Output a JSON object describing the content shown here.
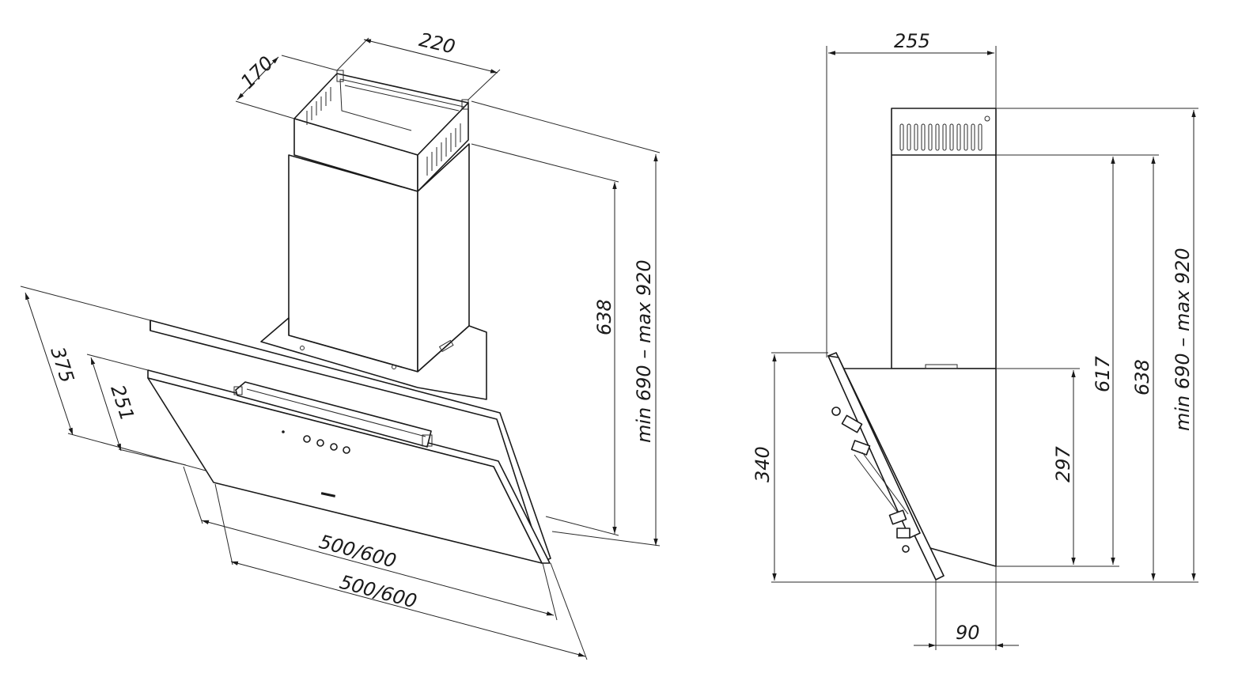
{
  "iso_view": {
    "dim_width_top": "220",
    "dim_depth_top": "170",
    "dim_chimney_height": "638",
    "dim_total_height": "min 690 – max 920",
    "dim_glass_depth_outer": "375",
    "dim_glass_depth_inner": "251",
    "dim_width_front": "500/600",
    "dim_width_bottom": "500/600"
  },
  "side_view": {
    "dim_depth": "255",
    "dim_height_617": "617",
    "dim_height_638": "638",
    "dim_total_height": "min 690 – max 920",
    "dim_glass_height": "340",
    "dim_body_height": "297",
    "dim_offset": "90"
  },
  "colors": {
    "line": "#1a1a1a",
    "background": "#ffffff"
  }
}
